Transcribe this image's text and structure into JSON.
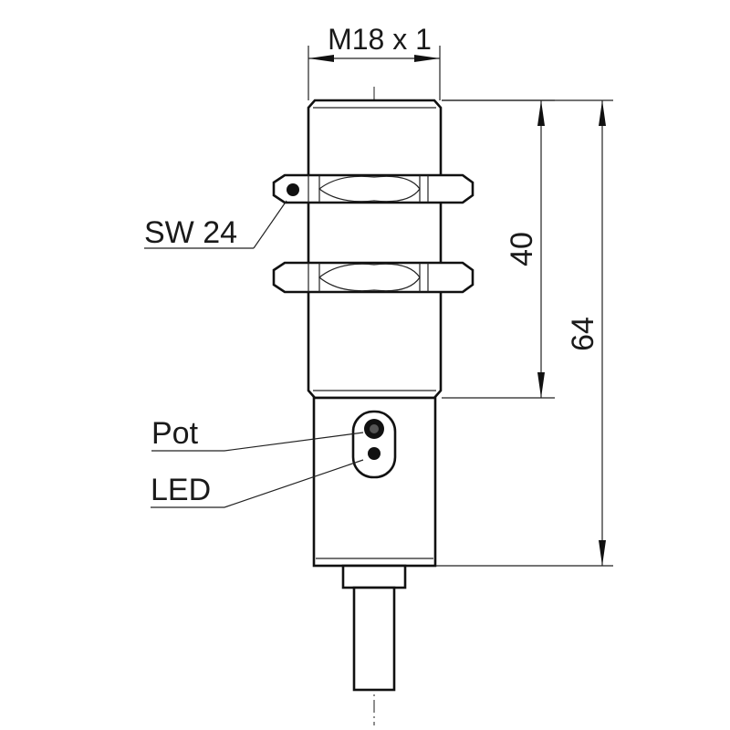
{
  "labels": {
    "thread": "M18 x 1",
    "wrench": "SW 24",
    "pot": "Pot",
    "led": "LED",
    "dim_40": "40",
    "dim_64": "64"
  },
  "colors": {
    "line": "#111111",
    "background": "#ffffff"
  }
}
